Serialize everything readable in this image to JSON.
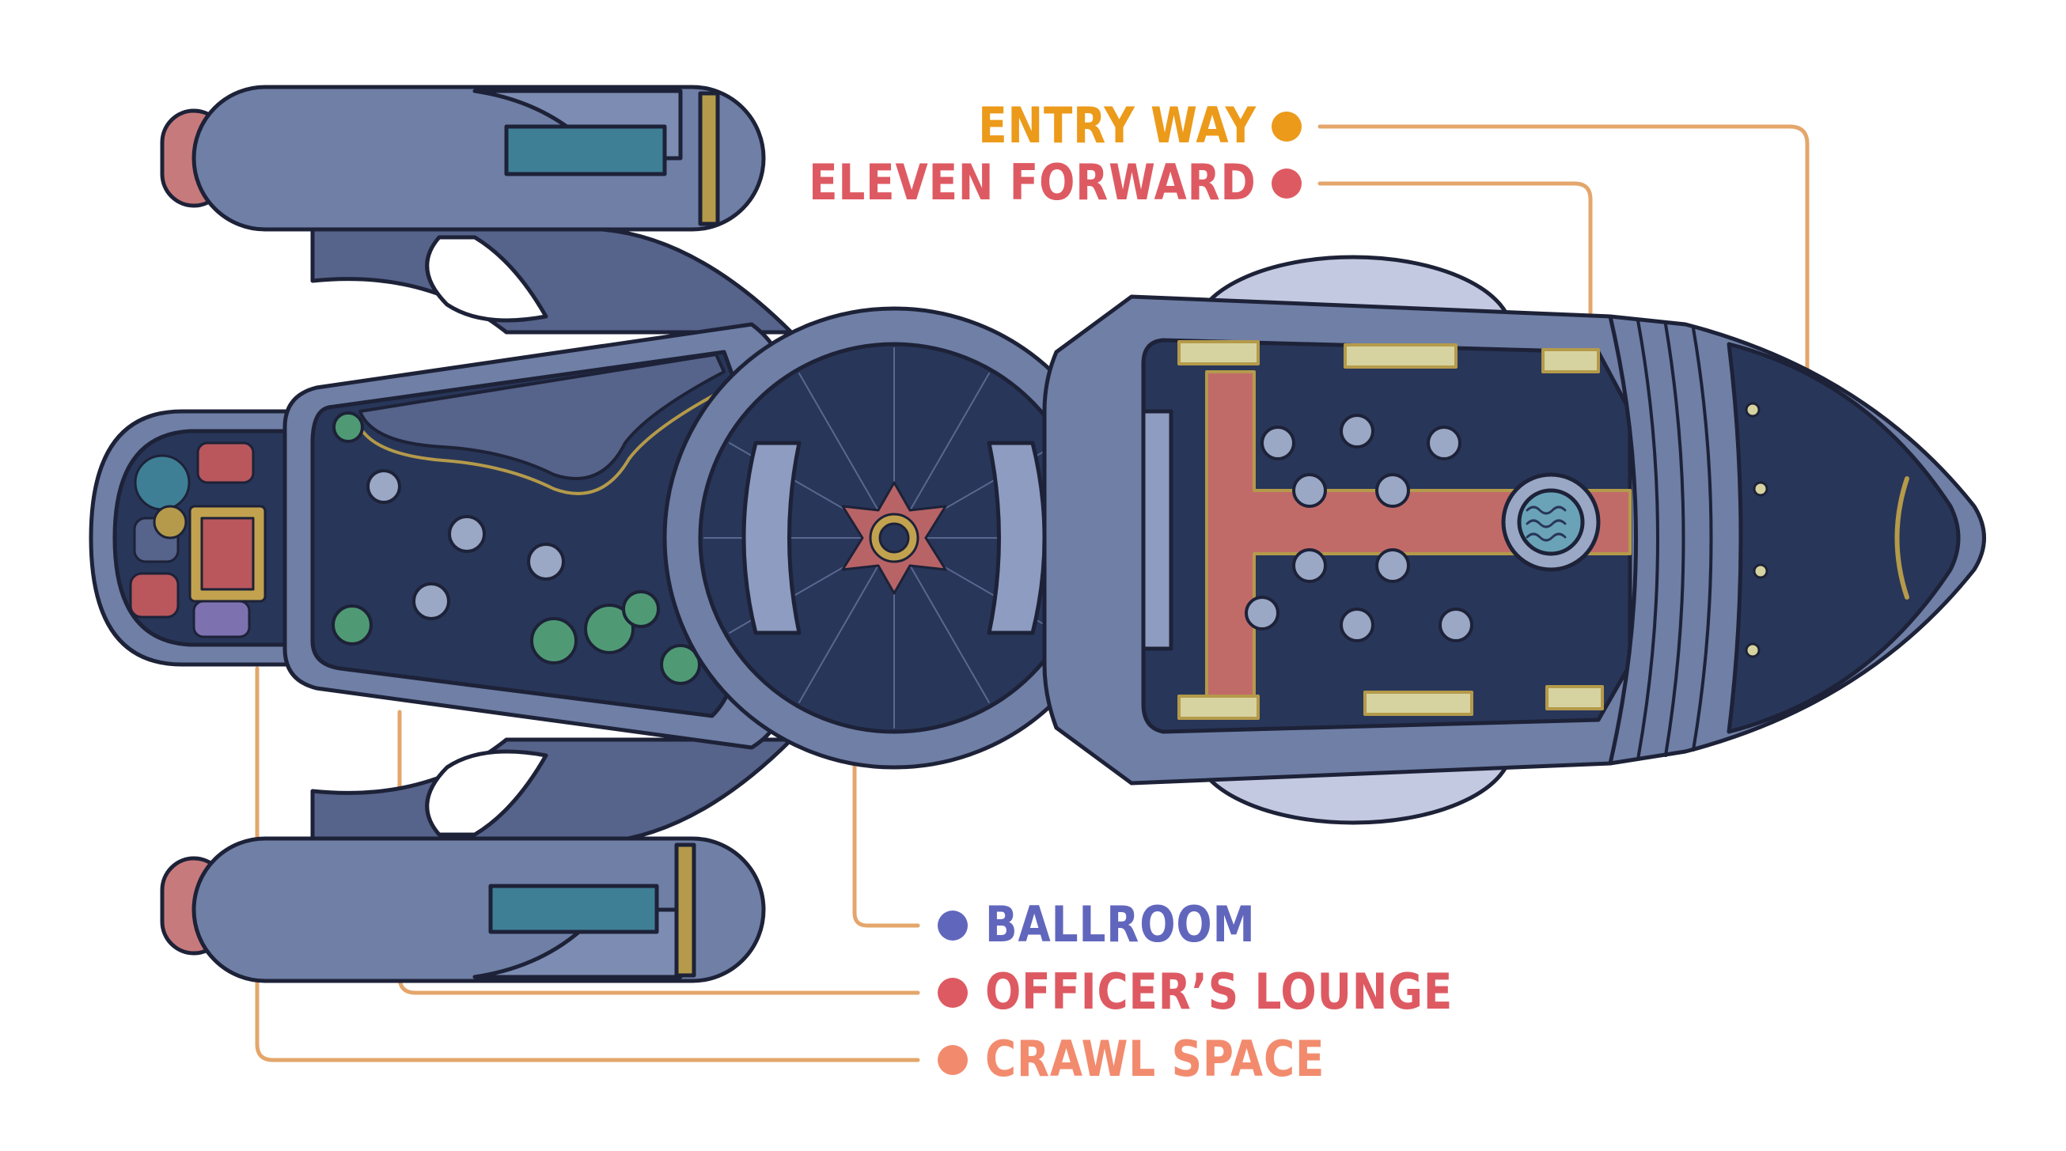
{
  "labels": {
    "entry_way": {
      "text": "ENTRY WAY",
      "color": "#ec9a1a"
    },
    "eleven_forward": {
      "text": "ELEVEN FORWARD",
      "color": "#de5a62"
    },
    "ballroom": {
      "text": "BALLROOM",
      "color": "#6166bd"
    },
    "officers_lounge": {
      "text": "OFFICER’S LOUNGE",
      "color": "#de5a62"
    },
    "crawl_space": {
      "text": "CRAWL SPACE",
      "color": "#f28b6e"
    }
  },
  "colors": {
    "leader_line": "#e4a66b",
    "hull": "#6f7fa6",
    "hull_dark": "#56638a",
    "deck": "#283659",
    "outline": "#1d2238",
    "carpet": "#c16b69",
    "trim": "#b49a4a",
    "cushion": "#d7d3a0",
    "glass": "#c3c9e0",
    "engine_tip": "#c77a7c",
    "panel": "#3e7f96",
    "table": "#9aa8c6",
    "plant": "#4f9a75"
  }
}
